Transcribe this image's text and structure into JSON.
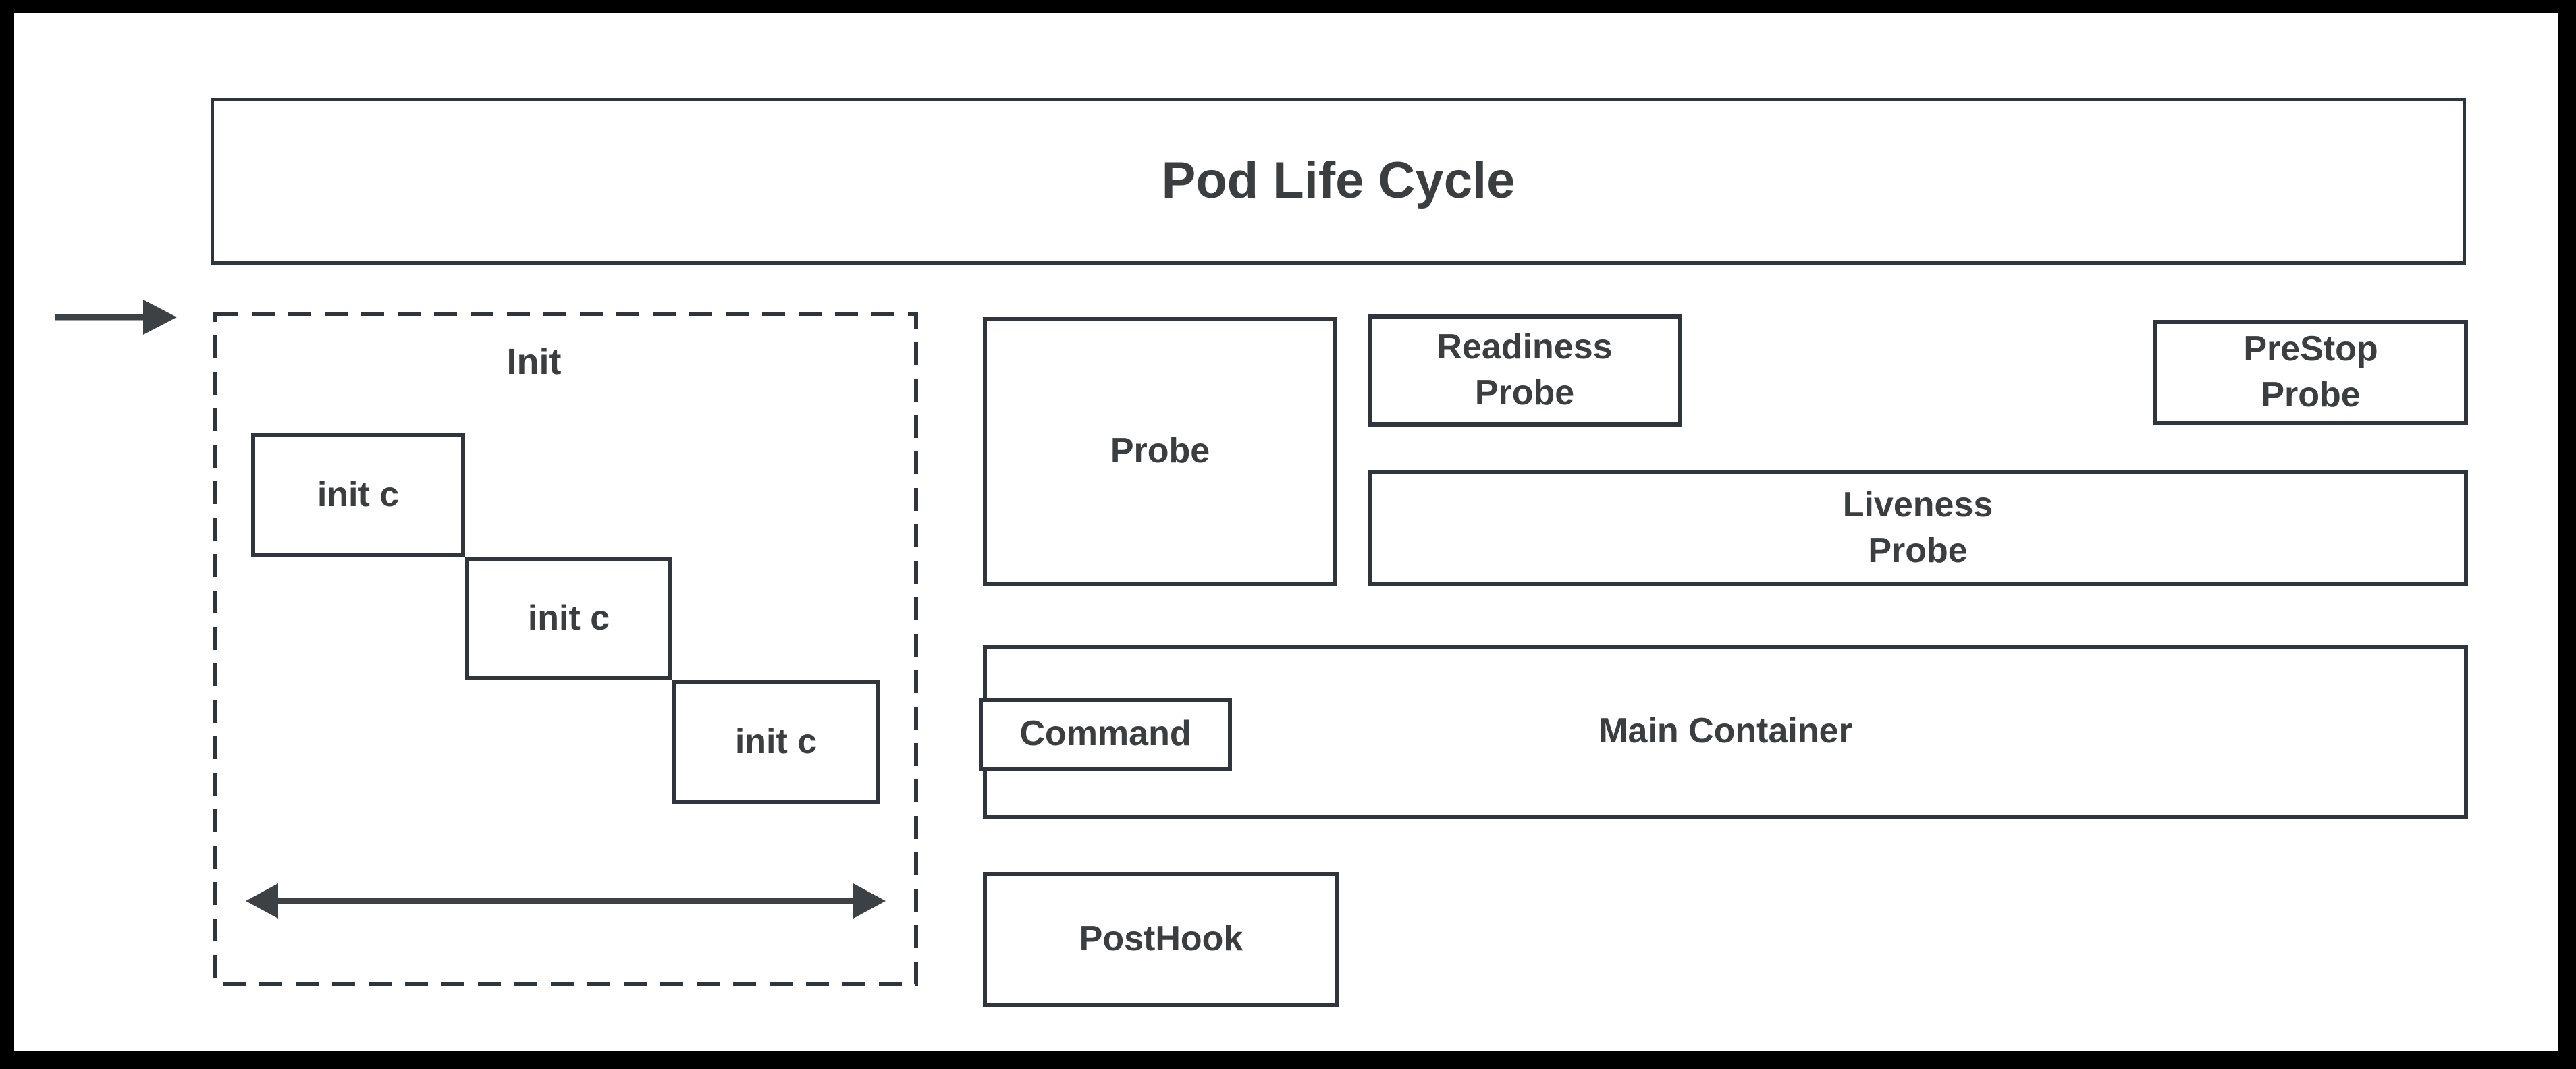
{
  "diagram": {
    "title": "Pod Life Cycle",
    "colors": {
      "line": "#2e353c",
      "text": "#3a3e41",
      "frame": "#000000",
      "canvas": "#ffffff"
    },
    "init_group": {
      "label": "Init",
      "containers": [
        {
          "label": "init c"
        },
        {
          "label": "init c"
        },
        {
          "label": "init c"
        }
      ],
      "duration_arrow_icon": "left-right-arrow"
    },
    "start_arrow_icon": "right-arrow",
    "boxes": {
      "probe": {
        "label": "Probe"
      },
      "readiness_probe": {
        "line1": "Readiness",
        "line2": "Probe"
      },
      "prestop_probe": {
        "line1": "PreStop",
        "line2": "Probe"
      },
      "liveness_probe": {
        "line1": "Liveness",
        "line2": "Probe"
      },
      "main_container": {
        "label": "Main Container"
      },
      "command": {
        "label": "Command"
      },
      "posthook": {
        "label": "PostHook"
      }
    }
  }
}
